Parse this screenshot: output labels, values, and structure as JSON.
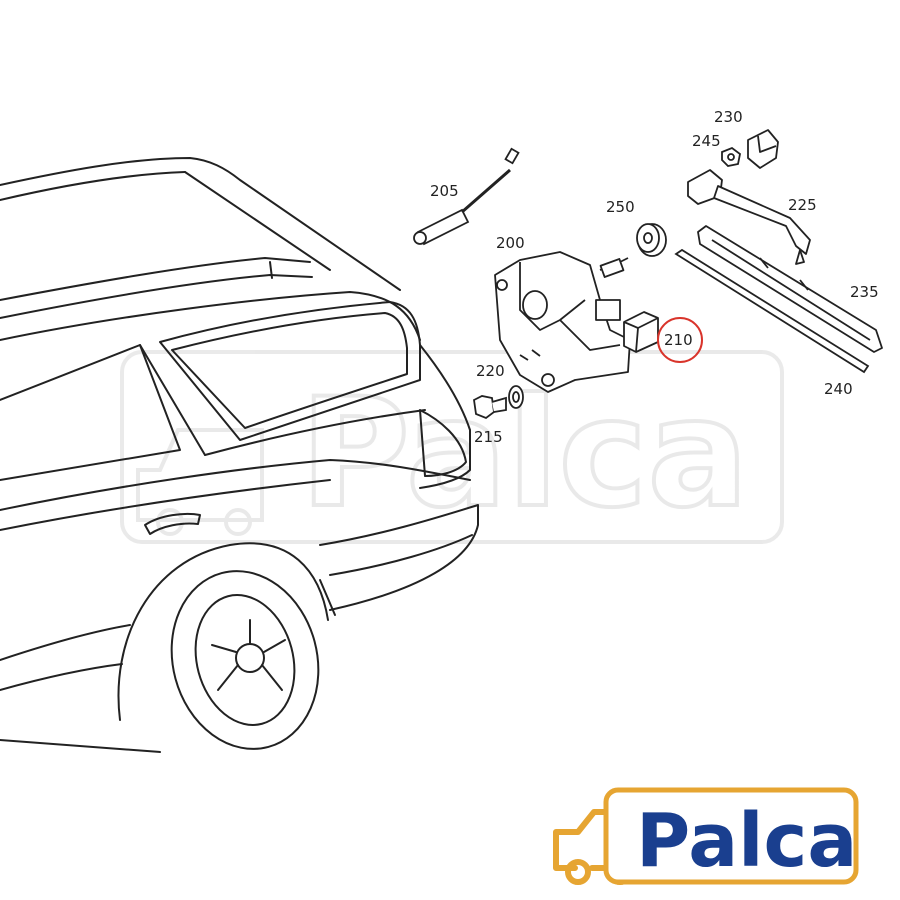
{
  "diagram": {
    "part_numbers": {
      "p200": "200",
      "p205": "205",
      "p210": "210",
      "p215": "215",
      "p220": "220",
      "p225": "225",
      "p230": "230",
      "p235": "235",
      "p240": "240",
      "p245": "245",
      "p250": "250"
    },
    "highlighted_part": "210",
    "highlight_color": "#d9342b"
  },
  "watermark": {
    "text": "Palca",
    "color": "#e6e6e6"
  },
  "logo": {
    "text": "Palca",
    "text_color": "#1a3f8f",
    "border_color": "#e6a532",
    "icon": "car-icon",
    "icon_color": "#e6a532"
  },
  "colors": {
    "line": "#222222",
    "background": "#ffffff"
  }
}
